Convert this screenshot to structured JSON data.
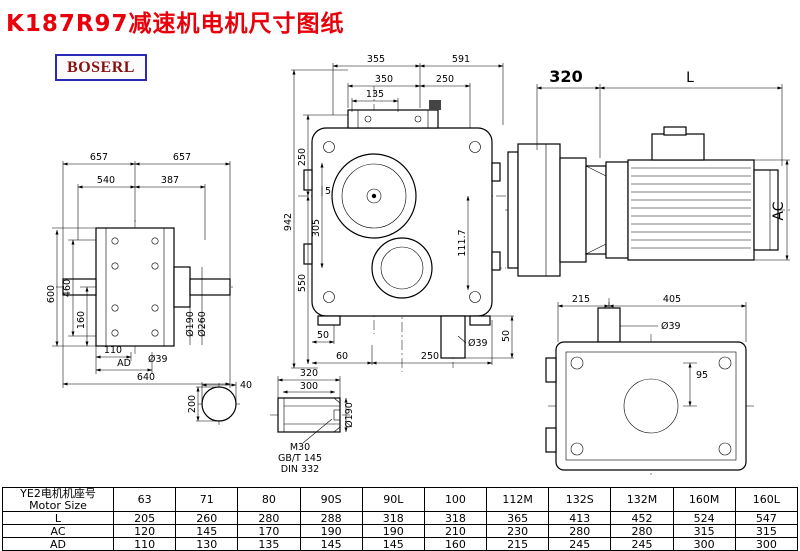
{
  "title": "K187R97减速机电机尺寸图纸",
  "logo": "BOSERL",
  "colors": {
    "title": "#e8000a",
    "logo_text": "#8b1010",
    "logo_border": "#2a2ab8",
    "line": "#000000"
  },
  "views": {
    "top_view": {
      "dim_657_left": "657",
      "dim_657_right": "657",
      "dim_540": "540",
      "dim_387": "387",
      "dim_600": "600",
      "dim_460": "460",
      "dim_160": "160",
      "dim_110": "110",
      "dim_ad": "AD",
      "dim_640": "640",
      "dim_d39": "Ø39",
      "dim_d190": "Ø190",
      "dim_d260": "Ø260"
    },
    "front_view": {
      "dim_355": "355",
      "dim_591": "591",
      "dim_350": "350",
      "dim_250_top": "250",
      "dim_135": "135",
      "dim_942": "942",
      "dim_250_left": "250",
      "dim_5": "5",
      "dim_305": "305",
      "dim_550": "550",
      "dim_111_7": "111.7",
      "dim_50_bl": "50",
      "dim_60": "60",
      "dim_250_bottom": "250",
      "dim_d39": "Ø39",
      "dim_50_br": "50"
    },
    "side_view": {
      "dim_320": "320",
      "dim_L": "L",
      "dim_AC": "AC"
    },
    "flange_view": {
      "dim_215": "215",
      "dim_405": "405",
      "dim_d39": "Ø39",
      "dim_95": "95"
    },
    "shaft_detail": {
      "dim_40": "40",
      "dim_200": "200",
      "dim_320": "320",
      "dim_300": "300",
      "thread_label": "M30",
      "standard_gb": "GB/T 145",
      "standard_din": "DIN 332",
      "dim_d190": "Ø190"
    }
  },
  "table": {
    "header_label_cn": "YE2电机机座号",
    "header_label_en": "Motor Size",
    "sizes": [
      "63",
      "71",
      "80",
      "90S",
      "90L",
      "100",
      "112M",
      "132S",
      "132M",
      "160M",
      "160L"
    ],
    "rows": [
      {
        "label": "L",
        "values": [
          "205",
          "260",
          "280",
          "288",
          "318",
          "318",
          "365",
          "413",
          "452",
          "524",
          "547"
        ]
      },
      {
        "label": "AC",
        "values": [
          "120",
          "145",
          "170",
          "190",
          "190",
          "210",
          "230",
          "280",
          "280",
          "315",
          "315"
        ]
      },
      {
        "label": "AD",
        "values": [
          "110",
          "130",
          "135",
          "145",
          "145",
          "160",
          "215",
          "245",
          "245",
          "300",
          "300"
        ]
      }
    ]
  }
}
